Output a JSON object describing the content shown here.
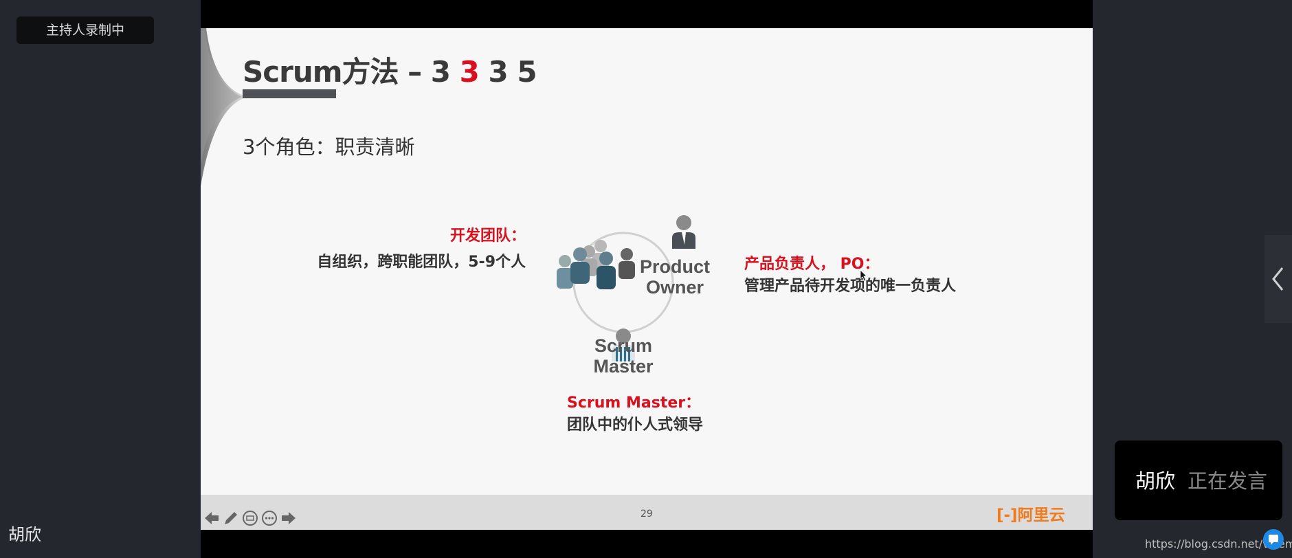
{
  "recording_badge": "主持人录制中",
  "host_name": "胡欣",
  "slide": {
    "title_prefix": "Scrum方法 – 3 ",
    "title_highlight": "3",
    "title_suffix": " 3 5",
    "subtitle": "3个角色：职责清晰",
    "dev_team": {
      "title": "开发团队：",
      "desc": "自组织，跨职能团队，5-9个人"
    },
    "product_owner": {
      "title": "产品负责人， PO：",
      "desc": "管理产品待开发项的唯一负责人"
    },
    "scrum_master": {
      "title": "Scrum Master：",
      "desc": "团队中的仆人式领导"
    },
    "diagram_product_owner_line1": "Product",
    "diagram_product_owner_line2": "Owner",
    "diagram_scrum_master_line1": "Scrum",
    "diagram_scrum_master_line2": "Master",
    "page_number": "29",
    "brand": "[-]阿里云"
  },
  "speaking": {
    "name": "胡欣",
    "status": "正在发言"
  },
  "watermark": "https://blog.csdn.net/vicemian",
  "colors": {
    "accent_red": "#d9101e",
    "brand_orange": "#f07b1d",
    "panel_bg": "#24282e"
  }
}
